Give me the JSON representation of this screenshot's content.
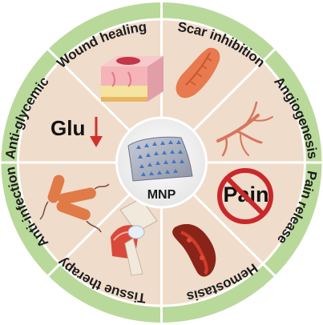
{
  "center": {
    "label": "MNP"
  },
  "segments": [
    {
      "label": "Wound healing"
    },
    {
      "label": "Scar inhibition"
    },
    {
      "label": "Angiogenesis"
    },
    {
      "label": "Pain release"
    },
    {
      "label": "Hemostasis"
    },
    {
      "label": "Tissue therapy"
    },
    {
      "label": "Anti-infection"
    },
    {
      "label": "Anti-glycemic"
    }
  ],
  "inner": {
    "glu_text": "Glu",
    "pain_text": "Pain"
  },
  "colors": {
    "outer_ring": "#b9d99a",
    "inner_wedge": "#efdccb",
    "center_disk": "#f5f5f5",
    "divider": "#ffffff",
    "arrow": "#d0322b",
    "no_sign": "#c9282b"
  }
}
